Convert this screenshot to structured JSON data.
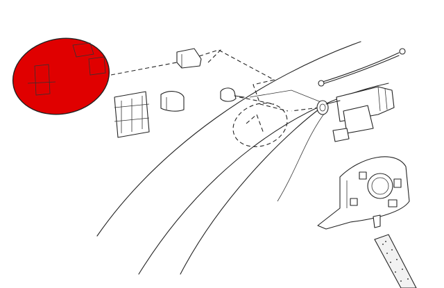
{
  "colors": {
    "highlight": "#e00000",
    "line": "#222222",
    "background": "#ffffff",
    "hose_fill": "#f2f2f2"
  },
  "parts": [
    "fuel-flap",
    "hinge-cap",
    "hinge-bracket",
    "clip",
    "push-pin",
    "release-cable",
    "grommet",
    "lock-actuator",
    "filler-neck-housing",
    "filler-hose"
  ]
}
